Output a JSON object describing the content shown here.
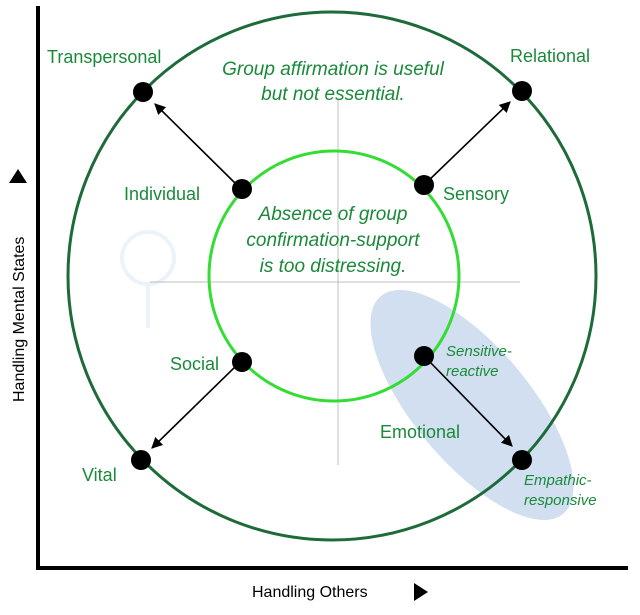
{
  "axes": {
    "y_label": "Handling Mental States",
    "x_label": "Handling Others"
  },
  "outer_circle_text": {
    "line1": "Group affirmation is useful",
    "line2": "but not essential."
  },
  "inner_circle_text": {
    "line1": "Absence of group",
    "line2": "confirmation-support",
    "line3": "is too distressing."
  },
  "labels": {
    "transpersonal": "Transpersonal",
    "relational": "Relational",
    "individual": "Individual",
    "sensory": "Sensory",
    "social": "Social",
    "vital": "Vital",
    "sensitive_line1": "Sensitive-",
    "sensitive_line2": "reactive",
    "emotional": "Emotional",
    "empathic_line1": "Empathic-",
    "empathic_line2": "responsive"
  },
  "colors": {
    "outer_circle": "#1e6b3a",
    "inner_circle": "#33dd33",
    "label_green": "#1a8a3a",
    "highlight": "#c9d9ee",
    "axis": "#000000",
    "dot": "#000000"
  }
}
